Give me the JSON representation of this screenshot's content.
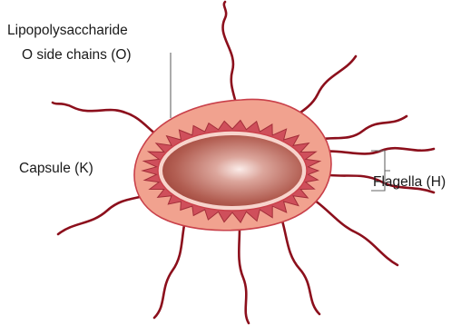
{
  "labels": {
    "lipopolysaccharide": "Lipopolysaccharide",
    "o_side_chains": "O side chains (O)",
    "capsule": "Capsule (K)",
    "flagella": "Flagella (H)"
  },
  "colors": {
    "capsule_fill": "#f1a28f",
    "capsule_stroke": "#c9404a",
    "lps_layer": "#cf4f5b",
    "cell_body_center": "#fae6e2",
    "cell_body_edge": "#a8483e",
    "flagella": "#8c0f1c",
    "leader_line": "#666666"
  }
}
